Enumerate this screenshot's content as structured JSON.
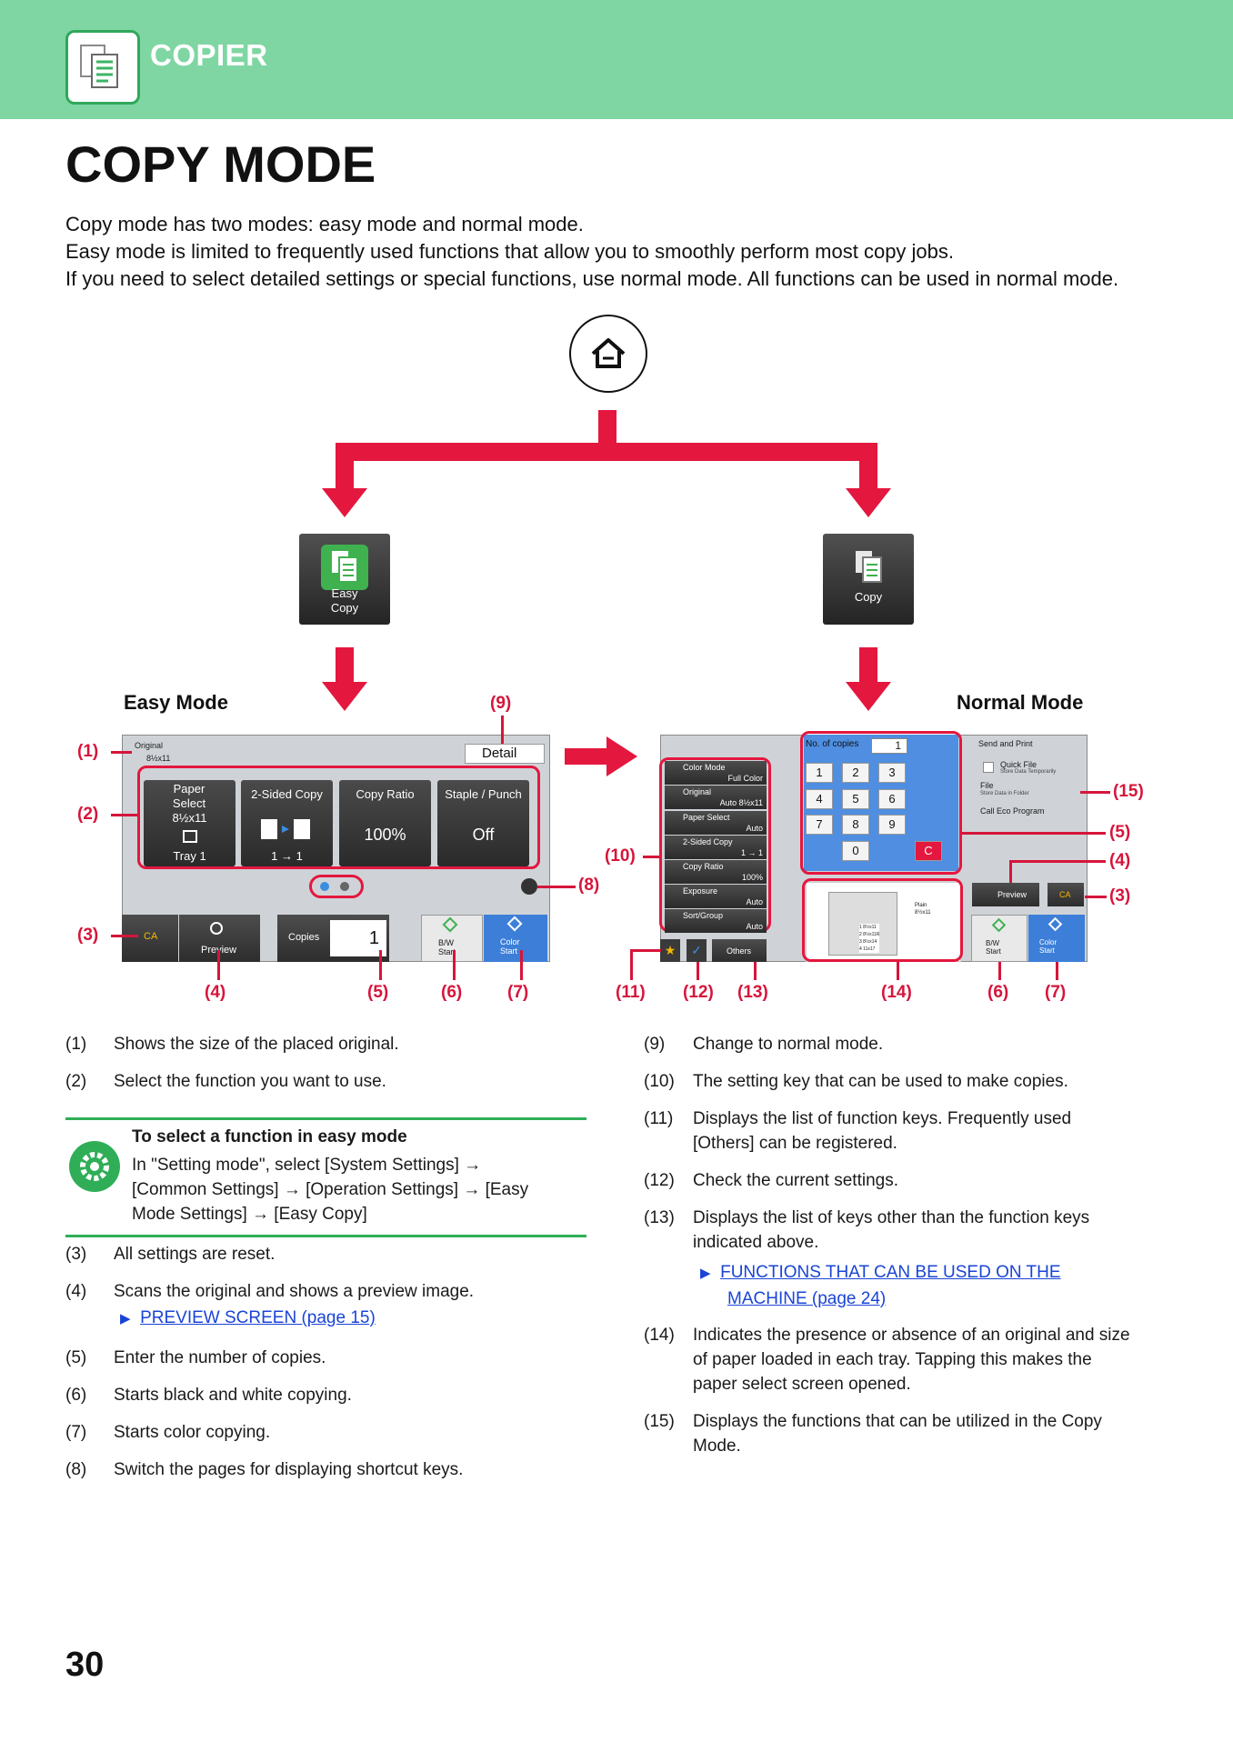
{
  "header": {
    "section": "COPIER",
    "icon": "copier-document-icon"
  },
  "page_title": "COPY MODE",
  "intro": [
    "Copy mode has two modes: easy mode and normal mode.",
    "Easy mode is limited to frequently used functions that allow you to smoothly perform most copy jobs.",
    "If you need to select detailed settings or special functions, use normal mode. All functions can be used in normal mode."
  ],
  "diagram": {
    "home_icon": "home-icon",
    "easy_icon": {
      "line1": "Easy",
      "line2": "Copy"
    },
    "copy_icon": {
      "label": "Copy"
    },
    "easy_mode_label": "Easy Mode",
    "normal_mode_label": "Normal Mode",
    "accent_color": "#e4173e",
    "easy_screen": {
      "original_label": "Original",
      "original_size": "8½x11",
      "detail_button": "Detail",
      "keys": [
        {
          "title": "Paper Select",
          "value": "8½x11",
          "sub": "Tray 1"
        },
        {
          "title": "2-Sided Copy",
          "value": "",
          "sub": "1 → 1"
        },
        {
          "title": "Copy Ratio",
          "value": "100%",
          "sub": ""
        },
        {
          "title": "Staple / Punch",
          "value": "Off",
          "sub": ""
        }
      ],
      "ca": "CA",
      "preview": "Preview",
      "copies_label": "Copies",
      "copies_value": "1",
      "bw_start": {
        "l1": "B/W",
        "l2": "Start"
      },
      "color_start": {
        "l1": "Color",
        "l2": "Start"
      }
    },
    "normal_screen": {
      "keys": [
        {
          "title": "Color Mode",
          "value": "Full Color"
        },
        {
          "title": "Original",
          "value": "Auto 8½x11"
        },
        {
          "title": "Paper Select",
          "value": "Auto"
        },
        {
          "title": "2-Sided Copy",
          "value": "1 → 1"
        },
        {
          "title": "Copy Ratio",
          "value": "100%"
        },
        {
          "title": "Exposure",
          "value": "Auto"
        },
        {
          "title": "Sort/Group",
          "value": "Auto"
        }
      ],
      "copies_label": "No. of copies",
      "copies_value": "1",
      "numpad": [
        "1",
        "2",
        "3",
        "4",
        "5",
        "6",
        "7",
        "8",
        "9",
        "0",
        "C"
      ],
      "side_items": [
        {
          "title": "Send and Print",
          "sub": ""
        },
        {
          "title": "Quick File",
          "sub": "Store Data Temporarily"
        },
        {
          "title": "File",
          "sub": "Store Data in Folder"
        },
        {
          "title": "Call Eco Program",
          "sub": ""
        }
      ],
      "preview": "Preview",
      "ca": "CA",
      "others": "Others",
      "tray_plain": "Plain",
      "tray_size": "8½x11",
      "trays": [
        "1  8½x11",
        "2  8½x11R",
        "3  8½x14",
        "4  11x17"
      ],
      "bw_start": {
        "l1": "B/W",
        "l2": "Start"
      },
      "color_start": {
        "l1": "Color",
        "l2": "Start"
      }
    },
    "callouts": [
      "(1)",
      "(2)",
      "(3)",
      "(4)",
      "(5)",
      "(6)",
      "(7)",
      "(8)",
      "(9)",
      "(10)",
      "(11)",
      "(12)",
      "(13)",
      "(14)",
      "(15)"
    ]
  },
  "descriptions_left": [
    {
      "num": "(1)",
      "text": "Shows the size of the placed original."
    },
    {
      "num": "(2)",
      "text": "Select the function you want to use."
    },
    {
      "num": "(3)",
      "text": "All settings are reset."
    },
    {
      "num": "(4)",
      "text": "Scans the original and shows a preview image."
    },
    {
      "num": "(5)",
      "text": "Enter the number of copies."
    },
    {
      "num": "(6)",
      "text": "Starts black and white copying."
    },
    {
      "num": "(7)",
      "text": "Starts color copying."
    },
    {
      "num": "(8)",
      "text": "Switch the pages for displaying shortcut keys."
    }
  ],
  "preview_link": "PREVIEW SCREEN (page 15)",
  "note": {
    "title": "To select a function in easy mode",
    "lines": [
      "In \"Setting mode\", select [System Settings] →",
      "[Common Settings] → [Operation Settings] → [Easy",
      "Mode Settings] → [Easy Copy]"
    ]
  },
  "descriptions_right": [
    {
      "num": "(9)",
      "lines": [
        "Change to normal mode."
      ]
    },
    {
      "num": "(10)",
      "lines": [
        "The setting key that can be used to make copies."
      ]
    },
    {
      "num": "(11)",
      "lines": [
        "Displays the list of function keys. Frequently used",
        "[Others] can be registered."
      ]
    },
    {
      "num": "(12)",
      "lines": [
        "Check the current settings."
      ]
    },
    {
      "num": "(13)",
      "lines": [
        "Displays the list of keys other than the function keys",
        "indicated above."
      ]
    },
    {
      "num": "(14)",
      "lines": [
        "Indicates the presence or absence of an original and size",
        "of paper loaded in each tray. Tapping this makes the",
        "paper select screen opened."
      ]
    },
    {
      "num": "(15)",
      "lines": [
        "Displays the functions that can be utilized in the Copy",
        "Mode."
      ]
    }
  ],
  "functions_link": [
    "FUNCTIONS THAT CAN BE USED ON THE",
    "MACHINE (page 24)"
  ],
  "page_number": "30"
}
